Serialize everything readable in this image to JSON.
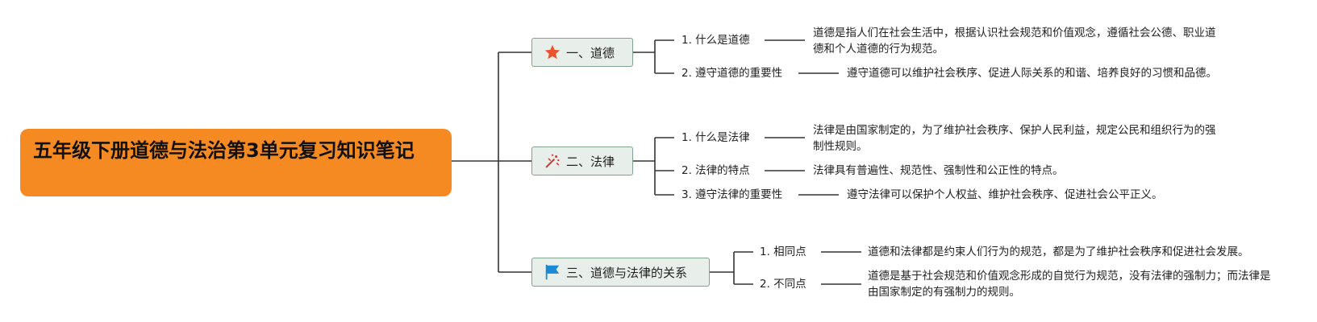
{
  "root": {
    "title": "五年级下册道德与法治第3单元复习知识笔记"
  },
  "branches": [
    {
      "label": "一、道德",
      "icon": "star-icon",
      "topics": [
        {
          "label": "1. 什么是道德",
          "detail": "道德是指人们在社会生活中，根据认识社会规范和价值观念，遵循社会公德、职业道德和个人道德的行为规范。"
        },
        {
          "label": "2. 遵守道德的重要性",
          "detail": "遵守道德可以维护社会秩序、促进人际关系的和谐、培养良好的习惯和品德。"
        }
      ]
    },
    {
      "label": "二、法律",
      "icon": "magic-wand-icon",
      "topics": [
        {
          "label": "1. 什么是法律",
          "detail": "法律是由国家制定的，为了维护社会秩序、保护人民利益，规定公民和组织行为的强制性规则。"
        },
        {
          "label": "2. 法律的特点",
          "detail": "法律具有普遍性、规范性、强制性和公正性的特点。"
        },
        {
          "label": "3. 遵守法律的重要性",
          "detail": "遵守法律可以保护个人权益、维护社会秩序、促进社会公平正义。"
        }
      ]
    },
    {
      "label": "三、道德与法律的关系",
      "icon": "flag-icon",
      "topics": [
        {
          "label": "1. 相同点",
          "detail": "道德和法律都是约束人们行为的规范，都是为了维护社会秩序和促进社会发展。"
        },
        {
          "label": "2. 不同点",
          "detail": "道德是基于社会规范和价值观念形成的自觉行为规范，没有法律的强制力；而法律是由国家制定的有强制力的规则。"
        }
      ]
    }
  ],
  "colors": {
    "root": "#f58a23",
    "branch_fill": "#e8eeea",
    "branch_border": "#7fa38f",
    "star": "#e8542c",
    "flag": "#1a8ad4",
    "wand": "#d6302a"
  }
}
